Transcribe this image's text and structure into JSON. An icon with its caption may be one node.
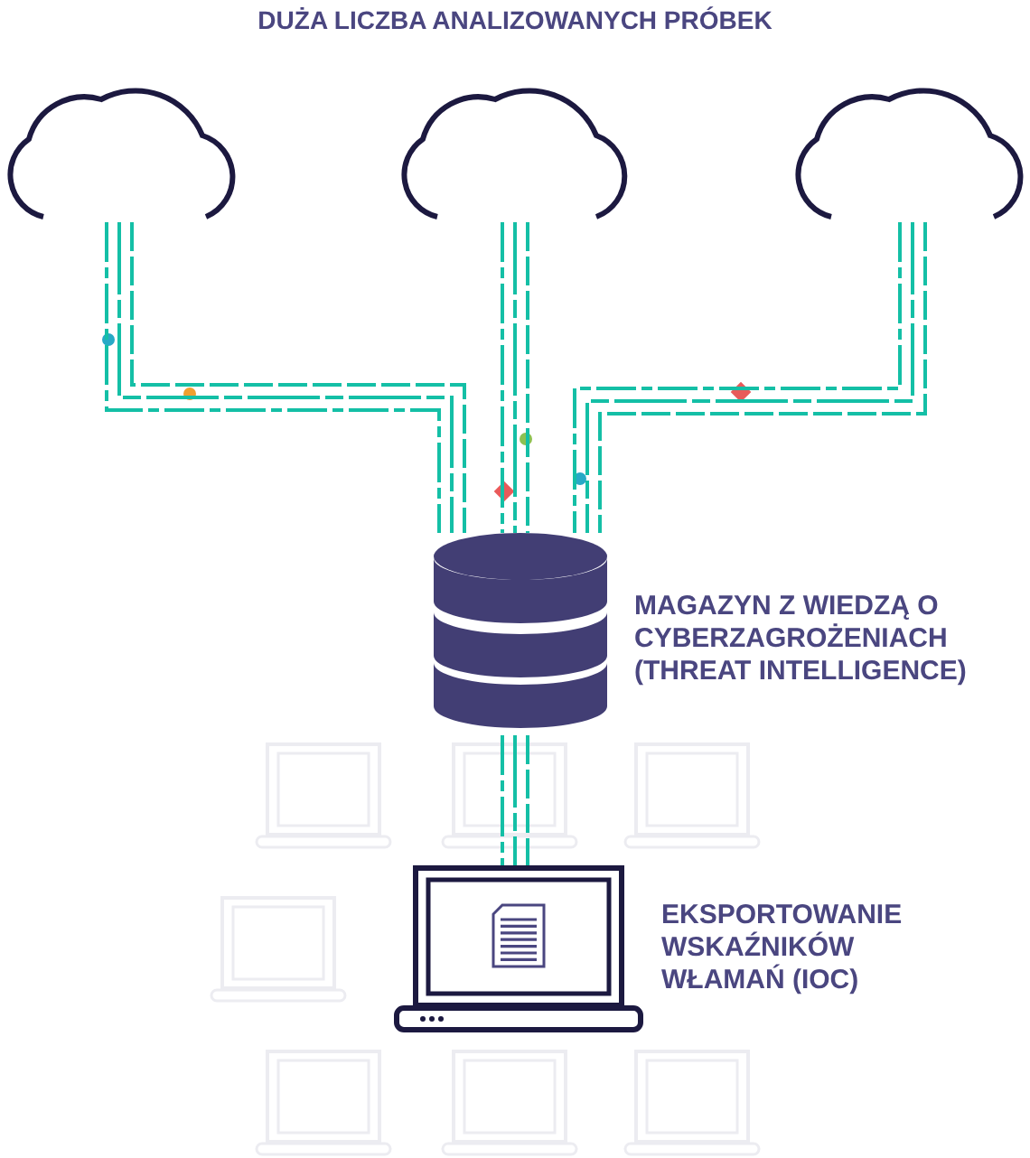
{
  "diagram": {
    "title": "DUŻA LICZBA ANALIZOWANYCH PRÓBEK",
    "nodes": [
      {
        "text": [],
        "shape": "cloud"
      },
      {
        "text": [],
        "shape": "cloud"
      },
      {
        "text": [],
        "shape": "cloud"
      },
      {
        "text": [],
        "shape": "cylinder",
        "beside": [
          "MAGAZYN Z WIEDZĄ O CYBERZAGROŻENIACH (THREAT INTELLIGENCE)"
        ]
      },
      {
        "text": [],
        "shape": "laptop",
        "beside": [
          "EKSPORTOWANIE WSKAŹNIKÓW WŁAMAŃ (IOC)"
        ]
      }
    ],
    "edges": [
      {
        "from": 0,
        "to": 3,
        "arrow": "none",
        "style": "dashed"
      },
      {
        "from": 1,
        "to": 3,
        "arrow": "none",
        "style": "dashed"
      },
      {
        "from": 2,
        "to": 3,
        "arrow": "none",
        "style": "dashed"
      },
      {
        "from": 3,
        "to": 4,
        "arrow": "none",
        "style": "dashed"
      }
    ]
  }
}
